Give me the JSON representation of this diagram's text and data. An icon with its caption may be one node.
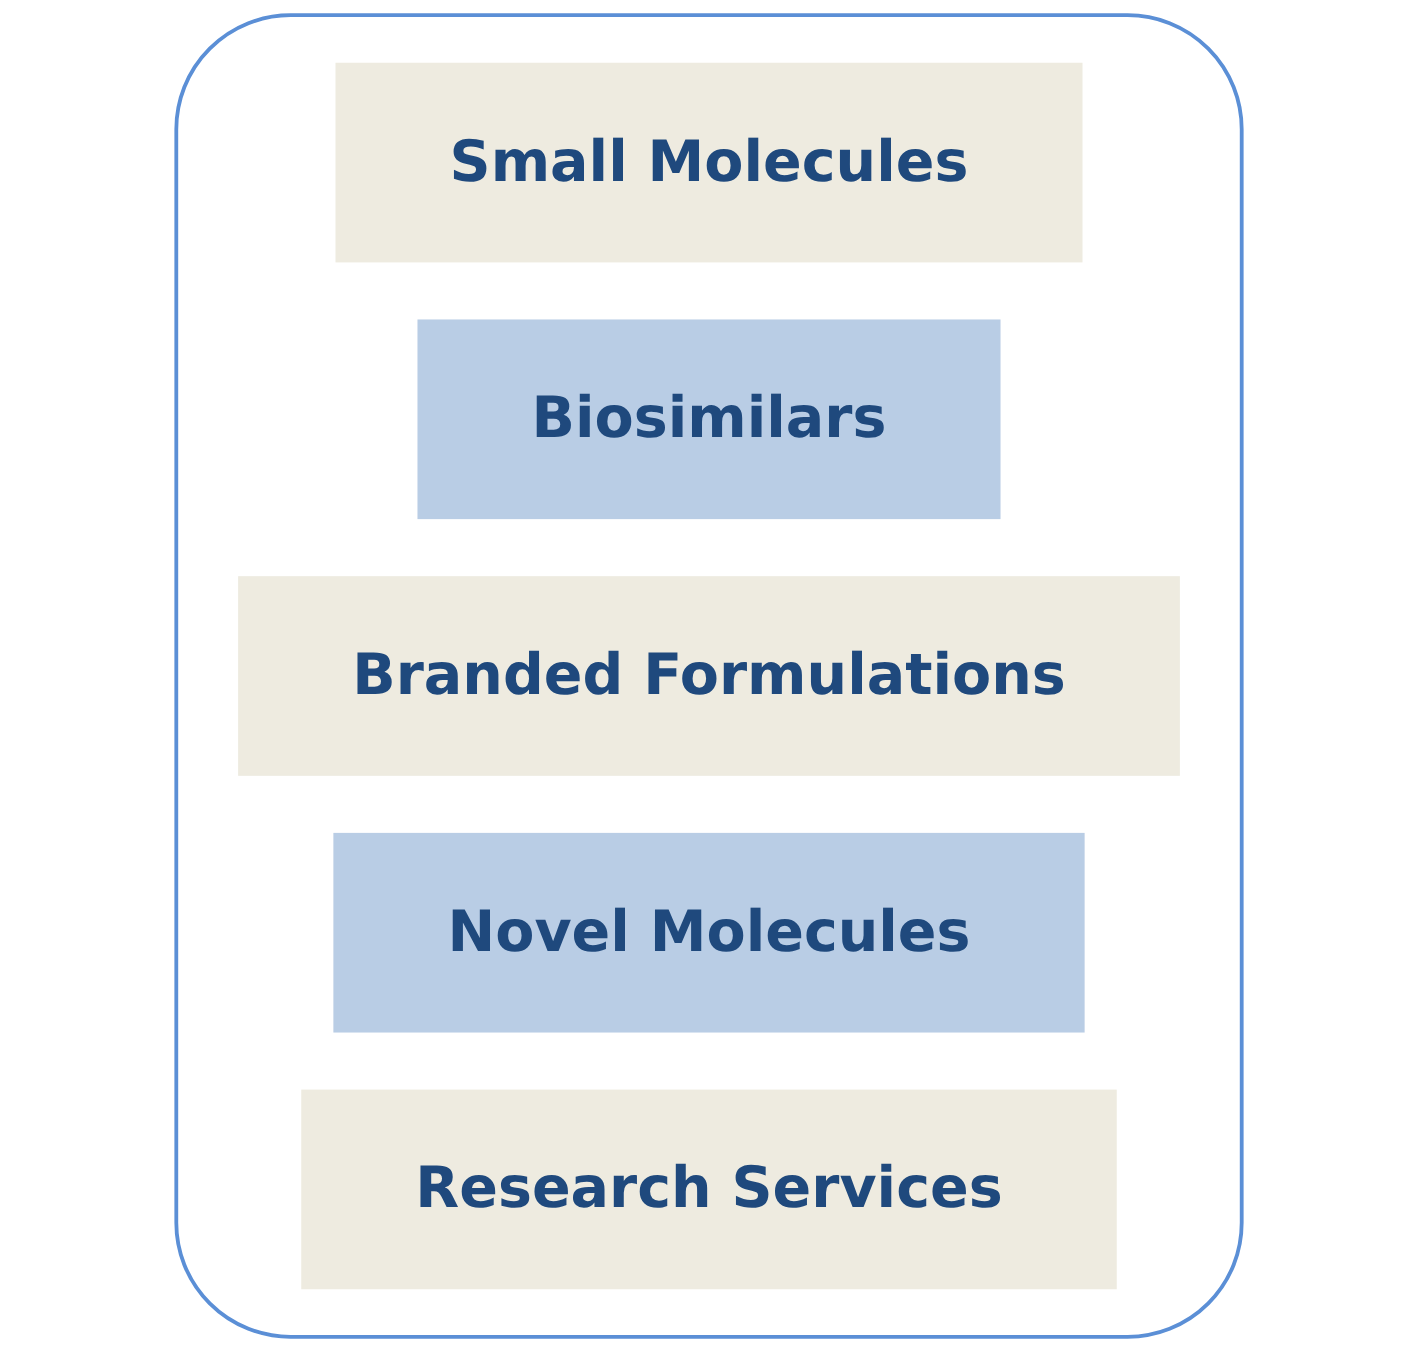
{
  "diagram": {
    "nodes": [
      {
        "text": [],
        "shape": "box"
      },
      {
        "text": [
          "Small Molecules"
        ],
        "in": 0
      },
      {
        "text": [
          "Biosimilars"
        ],
        "in": 0
      },
      {
        "text": [
          "Branded Formulations"
        ],
        "in": 0
      },
      {
        "text": [
          "Novel Molecules"
        ],
        "in": 0
      },
      {
        "text": [
          "Research Services"
        ],
        "in": 0
      }
    ]
  }
}
